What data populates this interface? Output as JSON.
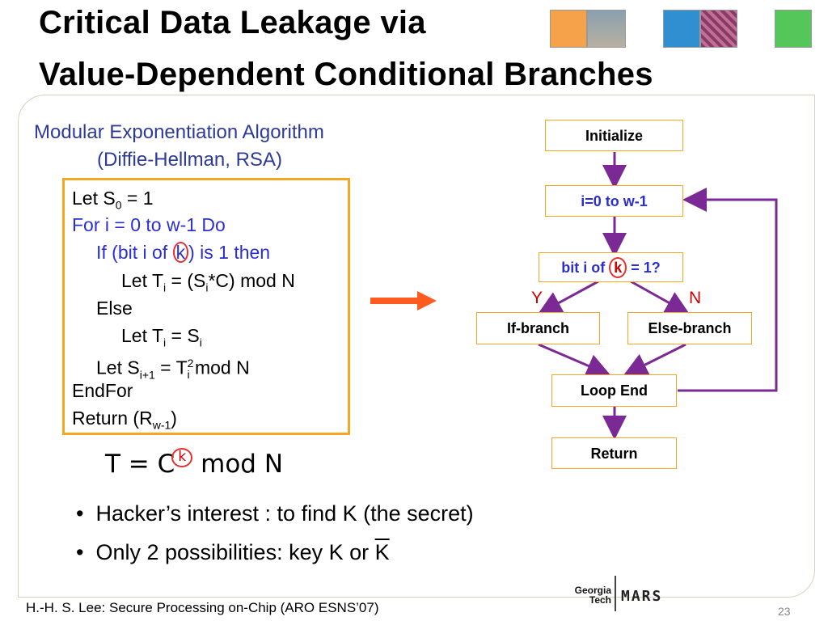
{
  "title": {
    "line1": "Critical Data Leakage via",
    "line2": "Value-Dependent Conditional Branches"
  },
  "header_images": {
    "thumb_colors": [
      "#f6a24a",
      "#9aa3a8",
      "#2f8fd0",
      "#8a3a6a",
      "#55c65a"
    ]
  },
  "subtitle": {
    "line1": "Modular Exponentiation Algorithm",
    "line2": "(Diffie-Hellman, RSA)"
  },
  "code": {
    "l1_a": "Let S",
    "l1_sub": "0",
    "l1_b": " = 1",
    "l2": "For i = 0 to w-1 Do",
    "l3_a": "If (bit i of ",
    "l3_k": "k",
    "l3_b": ") is 1 then",
    "l4_a": "Let T",
    "l4_sub1": "i",
    "l4_b": " = (S",
    "l4_sub2": "i",
    "l4_c": "*C) mod N",
    "l5": "Else",
    "l6_a": "Let T",
    "l6_sub1": "i",
    "l6_b": " = S",
    "l6_sub2": "i",
    "l7_a": "Let S",
    "l7_sub": "i+1",
    "l7_b": " = T",
    "l7_sup": "2",
    "l7_sub2": "i",
    "l7_c": " mod N",
    "l8": "EndFor",
    "l9_a": "Return (R",
    "l9_sub": "w-1",
    "l9_b": ")"
  },
  "formula": {
    "a": "T = C",
    "exp": "k",
    "b": " mod N"
  },
  "flowchart": {
    "initialize": "Initialize",
    "loop": "i=0 to w-1",
    "cond_a": "bit i of ",
    "cond_k": "k",
    "cond_b": " = 1?",
    "yes": "Y",
    "no": "N",
    "if_branch": "If-branch",
    "else_branch": "Else-branch",
    "loop_end": "Loop End",
    "return": "Return",
    "arrow_color": "#7b2a95",
    "box_border": "#f5a623"
  },
  "bullets": {
    "b1": "Hacker’s interest : to find K (the secret)",
    "b2_a": "Only 2 possibilities:  key K or ",
    "b2_b": "K"
  },
  "footer": {
    "credit": "H.-H. S. Lee: Secure Processing on-Chip (ARO ESNS’07)",
    "page": "23",
    "logo_text_1": "Georgia",
    "logo_text_2": "Tech",
    "logo_text_3": "MARS"
  }
}
